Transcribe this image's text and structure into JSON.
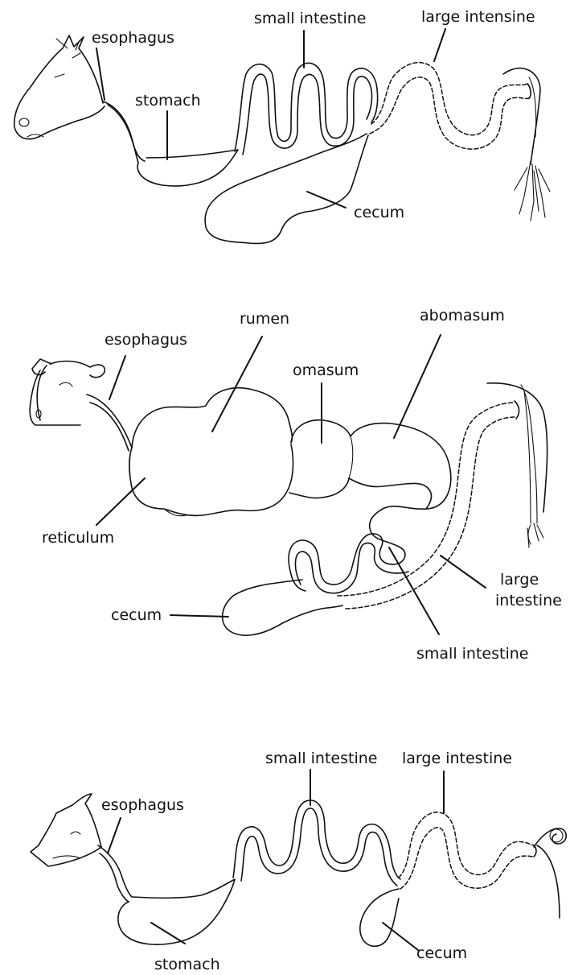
{
  "horse": {
    "labels": {
      "esophagus": "esophagus",
      "stomach": "stomach",
      "small_intestine": "small intestine",
      "large_intestine": "large intensine",
      "cecum": "cecum"
    }
  },
  "cow": {
    "labels": {
      "esophagus": "esophagus",
      "rumen": "rumen",
      "omasum": "omasum",
      "abomasum": "abomasum",
      "reticulum": "reticulum",
      "cecum": "cecum",
      "large_intestine_line1": "large",
      "large_intestine_line2": "intestine",
      "small_intestine": "small intestine"
    }
  },
  "pig": {
    "labels": {
      "esophagus": "esophagus",
      "small_intestine": "small intestine",
      "large_intestine": "large intestine",
      "stomach": "stomach",
      "cecum": "cecum"
    }
  }
}
